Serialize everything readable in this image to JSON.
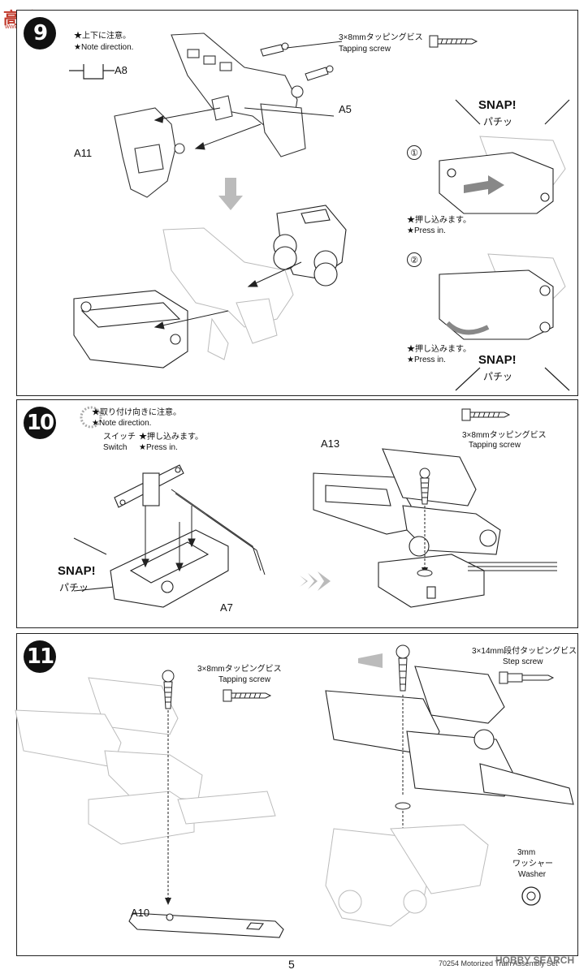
{
  "watermark": {
    "logo": "高手网",
    "url": "www.gao-shou.com",
    "search": "HOBBY SEARCH"
  },
  "page": {
    "number": "5",
    "footer": "70254 Motorized Train Assembly Set"
  },
  "step9": {
    "number": "9",
    "note_jp": "★上下に注意。",
    "note_en": "★Note direction.",
    "screw_jp": "3×8mmタッピングビス",
    "screw_en": "Tapping screw",
    "label_a8": "A8",
    "label_a5": "A5",
    "label_a11": "A11",
    "snap_en_1": "SNAP!",
    "snap_jp_1": "パチッ",
    "sub1": "①",
    "press_jp_1": "★押し込みます。",
    "press_en_1": "★Press in.",
    "sub2": "②",
    "press_jp_2": "★押し込みます。",
    "press_en_2": "★Press in.",
    "snap_en_2": "SNAP!",
    "snap_jp_2": "パチッ"
  },
  "step10": {
    "number": "10",
    "note_jp": "★取り付け向きに注意。",
    "note_en": "★Note direction.",
    "switch_jp": "スイッチ",
    "switch_en": "Switch",
    "press_jp": "★押し込みます。",
    "press_en": "★Press in.",
    "screw_jp": "3×8mmタッピングビス",
    "screw_en": "Tapping screw",
    "label_a13": "A13",
    "label_a7": "A7",
    "snap_en": "SNAP!",
    "snap_jp": "パチッ"
  },
  "step11": {
    "number": "11",
    "screw_jp": "3×8mmタッピングビス",
    "screw_en": "Tapping screw",
    "step_screw_jp": "3×14mm段付タッピングビス",
    "step_screw_en": "Step screw",
    "label_a10": "A10",
    "washer_size": "3mm",
    "washer_jp": "ワッシャー",
    "washer_en": "Washer"
  }
}
